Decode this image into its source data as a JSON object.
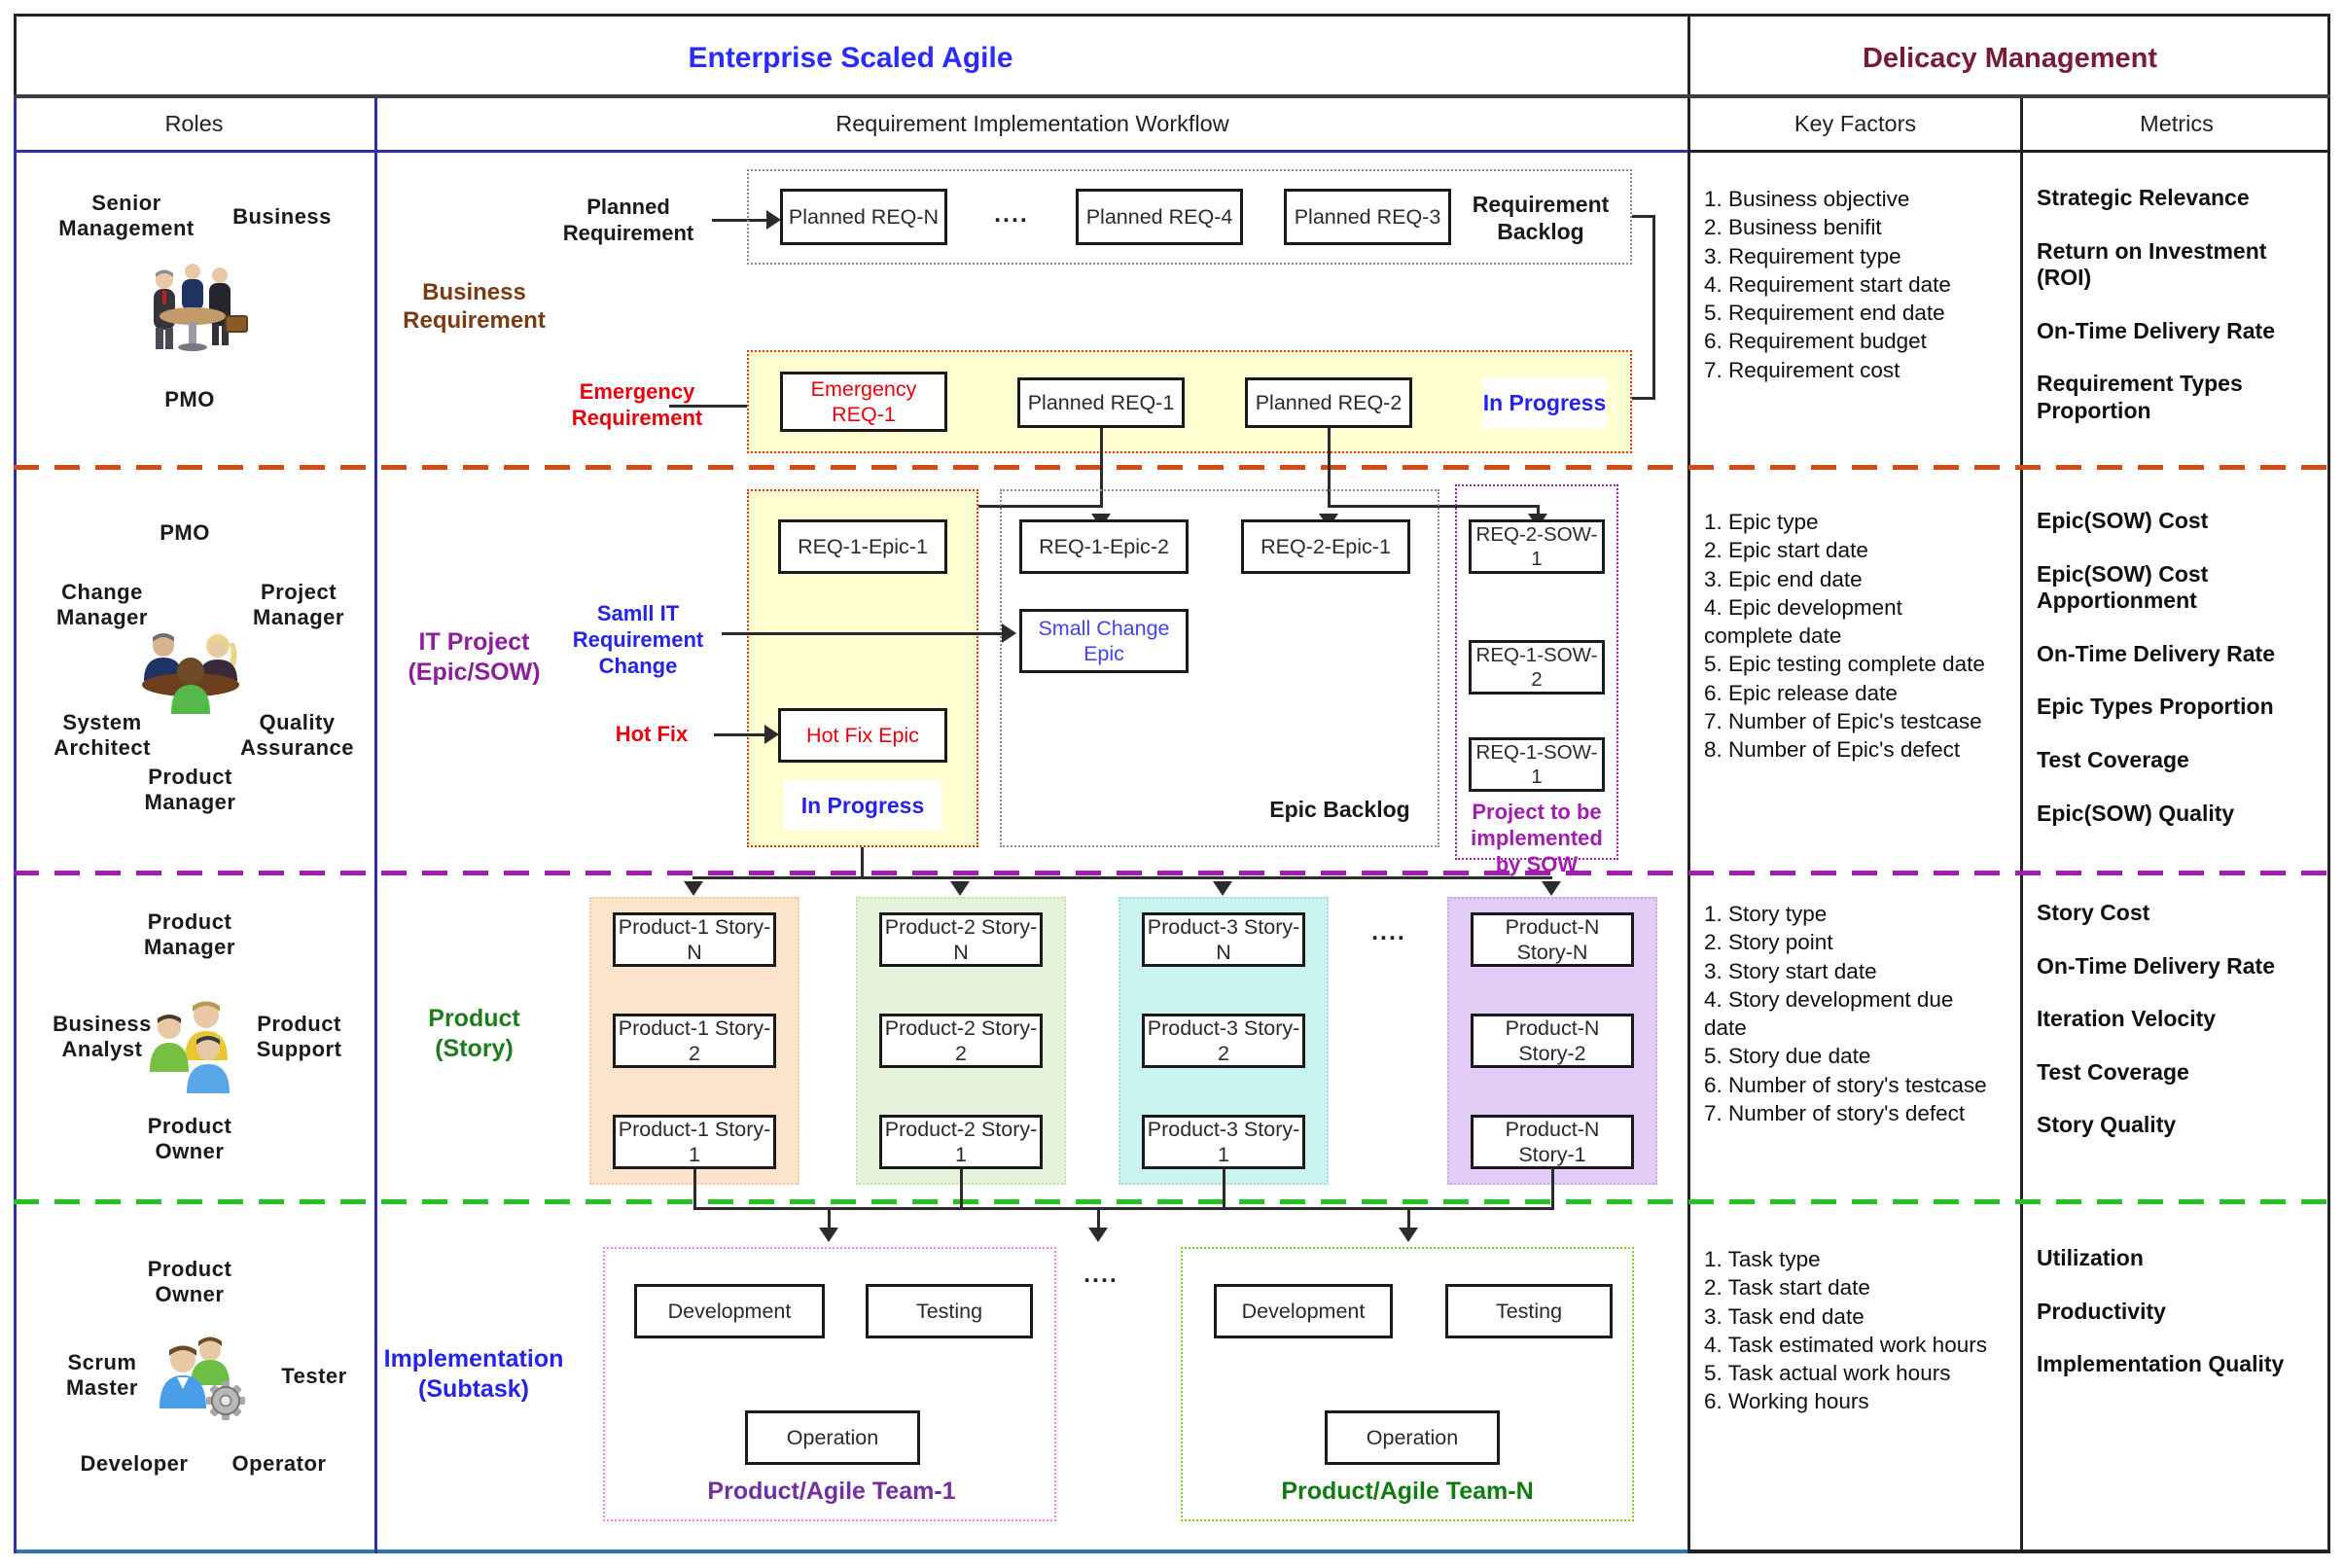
{
  "titles": {
    "left": "Enterprise Scaled Agile",
    "right": "Delicacy Management",
    "roles": "Roles",
    "workflow": "Requirement Implementation Workflow",
    "key_factors": "Key Factors",
    "metrics": "Metrics"
  },
  "row1": {
    "roles": {
      "senior": "Senior Management",
      "business": "Business",
      "pmo": "PMO"
    },
    "labels": {
      "planned": "Planned Requirement",
      "lane": "Business Requirement",
      "emergency": "Emergency Requirement"
    },
    "backlog": {
      "req_n": "Planned REQ-N",
      "dots": "....",
      "req_4": "Planned REQ-4",
      "req_3": "Planned REQ-3",
      "title": "Requirement Backlog"
    },
    "progress": {
      "emergency": "Emergency REQ-1",
      "req_1": "Planned REQ-1",
      "req_2": "Planned REQ-2",
      "status": "In Progress"
    },
    "key_factors": [
      "1. Business objective",
      "2. Business benifit",
      "3. Requirement type",
      "4. Requirement start date",
      "5. Requirement end date",
      "6. Requirement budget",
      "7. Requirement cost"
    ],
    "metrics": [
      "Strategic Relevance",
      "Return on Investment (ROI)",
      "On-Time Delivery Rate",
      "Requirement Types Proportion"
    ]
  },
  "row2": {
    "roles": {
      "pmo": "PMO",
      "change": "Change Manager",
      "project": "Project Manager",
      "system": "System Architect",
      "qa": "Quality Assurance",
      "product": "Product Manager"
    },
    "labels": {
      "lane": "IT Project (Epic/SOW)",
      "small_change": "Samll IT Requirement Change",
      "hotfix": "Hot Fix"
    },
    "progress": {
      "epic": "REQ-1-Epic-1",
      "hotfix": "Hot Fix Epic",
      "status": "In Progress"
    },
    "backlog": {
      "epic_a": "REQ-1-Epic-2",
      "epic_b": "REQ-2-Epic-1",
      "small": "Small Change Epic",
      "title": "Epic Backlog"
    },
    "sow": {
      "a": "REQ-2-SOW-1",
      "b": "REQ-1-SOW-2",
      "c": "REQ-1-SOW-1",
      "title": "Project to be implemented by SOW"
    },
    "key_factors": [
      "1. Epic type",
      "2. Epic start date",
      "3. Epic end date",
      "4. Epic development complete date",
      "5. Epic testing complete date",
      "6. Epic release date",
      "7. Number of Epic's testcase",
      "8. Number of Epic's defect"
    ],
    "metrics": [
      "Epic(SOW) Cost",
      "Epic(SOW) Cost Apportionment",
      "On-Time Delivery Rate",
      "Epic Types Proportion",
      "Test Coverage",
      "Epic(SOW) Quality"
    ]
  },
  "row3": {
    "roles": {
      "pm": "Product Manager",
      "ba": "Business Analyst",
      "ps": "Product Support",
      "po": "Product Owner"
    },
    "labels": {
      "lane": "Product (Story)"
    },
    "dots": "....",
    "products": [
      {
        "story_n": "Product-1 Story-N",
        "story_2": "Product-1 Story-2",
        "story_1": "Product-1 Story-1"
      },
      {
        "story_n": "Product-2 Story-N",
        "story_2": "Product-2 Story-2",
        "story_1": "Product-2 Story-1"
      },
      {
        "story_n": "Product-3 Story-N",
        "story_2": "Product-3 Story-2",
        "story_1": "Product-3 Story-1"
      },
      {
        "story_n": "Product-N Story-N",
        "story_2": "Product-N Story-2",
        "story_1": "Product-N Story-1"
      }
    ],
    "key_factors": [
      "1. Story type",
      "2. Story point",
      "3. Story start date",
      "4. Story development due date",
      "5. Story due date",
      "6. Number of story's testcase",
      "7. Number of story's defect"
    ],
    "metrics": [
      "Story Cost",
      "On-Time Delivery Rate",
      "Iteration Velocity",
      "Test Coverage",
      "Story Quality"
    ]
  },
  "row4": {
    "roles": {
      "po": "Product Owner",
      "sm": "Scrum Master",
      "tester": "Tester",
      "dev": "Developer",
      "op": "Operator"
    },
    "labels": {
      "lane": "Implementation (Subtask)"
    },
    "dots": "....",
    "teams": [
      {
        "dev": "Development",
        "test": "Testing",
        "ops": "Operation",
        "title": "Product/Agile Team-1"
      },
      {
        "dev": "Development",
        "test": "Testing",
        "ops": "Operation",
        "title": "Product/Agile Team-N"
      }
    ],
    "key_factors": [
      "1. Task type",
      "2. Task start date",
      "3. Task end date",
      "4. Task estimated work hours",
      "5. Task actual work hours",
      "6. Working hours"
    ],
    "metrics": [
      "Utilization",
      "Productivity",
      "Implementation Quality"
    ]
  },
  "colors": {
    "title_blue": "#2B2BFF",
    "title_maroon": "#7A1B34",
    "lane_brown": "#7C3A12",
    "alert_red": "#E8000D",
    "lane_purple": "#8E1D9E",
    "link_blue": "#2424E8",
    "lane_green": "#1E7C1E",
    "team1_purple": "#7030A0",
    "teamN_green": "#107C10",
    "sow_purple": "#A21CAF",
    "backlog_yellow": "#FFFFD2",
    "story_orange": "#FBE3CC",
    "story_green": "#E4F3DA",
    "story_cyan": "#CBF3EF",
    "story_purple": "#E3CCF6",
    "sep_orange": "#D64A12",
    "sep_purple": "#A21CAF",
    "sep_green": "#25C422"
  }
}
